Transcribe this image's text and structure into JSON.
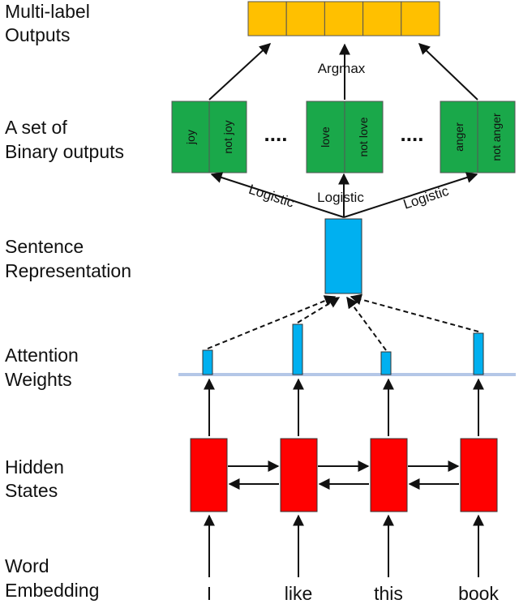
{
  "row_labels": {
    "outputs": [
      "Multi-label",
      "Outputs"
    ],
    "binary": [
      "A set of",
      "Binary outputs"
    ],
    "sentence": [
      "Sentence",
      "Representation"
    ],
    "attention": [
      "Attention",
      "Weights"
    ],
    "hidden": [
      "Hidden",
      "States"
    ],
    "embedding": [
      "Word",
      "Embedding"
    ]
  },
  "words": [
    "I",
    "like",
    "this",
    "book"
  ],
  "binary_pairs": [
    {
      "pos": "joy",
      "neg": "not joy"
    },
    {
      "pos": "love",
      "neg": "not love"
    },
    {
      "pos": "anger",
      "neg": "not anger"
    }
  ],
  "ellipsis": "....",
  "argmax_label": "Argmax",
  "logistic_label": "Logistic",
  "output_cells": 5,
  "colors": {
    "output": "#FFC000",
    "binary": "#1AA84A",
    "sentence": "#00B0F0",
    "attention": "#00B0F0",
    "hidden": "#FF0000",
    "baseline": "#B4C7E7"
  }
}
